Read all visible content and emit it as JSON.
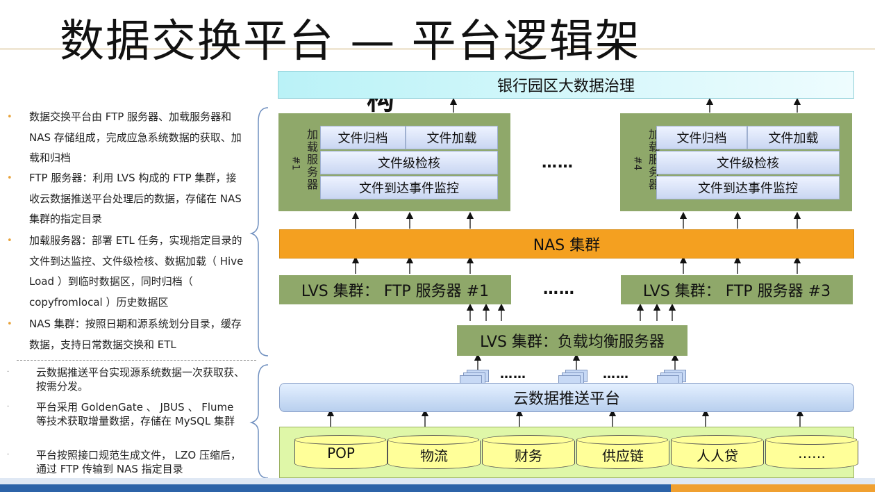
{
  "title": "数据交换平台 — 平台逻辑架",
  "title_tail": "构",
  "bullets_top": [
    "数据交换平台由 FTP 服务器、加载服务器和 NAS 存储组成，完成应急系统数据的获取、加载和归档",
    "FTP 服务器：利用 LVS 构成的 FTP 集群，接收云数据推送平台处理后的数据，存储在 NAS 集群的指定目录",
    "加载服务器：部署 ETL 任务，实现指定目录的文件到达监控、文件级检核、数据加载（ Hive Load ）到临时数据区，同时归档（ copyfromlocal ）历史数据区",
    "NAS 集群：按照日期和源系统划分目录，缓存数据，支持日常数据交换和 ETL"
  ],
  "bullets_bottom": [
    "云数据推送平台实现源系统数据一次获取获、按需分发。",
    "平台采用 GoldenGate 、 JBUS 、 Flume 等技术获取增量数据，存储在 MySQL 集群",
    "平台按照接口规范生成文件， LZO 压缩后，通过 FTP 传输到 NAS 指定目录"
  ],
  "governance": "银行园区大数据治理",
  "load_servers": [
    {
      "label": "加载服务器",
      "num": "#1",
      "archive": "文件归档",
      "load": "文件加载",
      "check": "文件级检核",
      "monitor": "文件到达事件监控"
    },
    {
      "label": "加载服务器",
      "num": "#4",
      "archive": "文件归档",
      "load": "文件加载",
      "check": "文件级检核",
      "monitor": "文件到达事件监控"
    }
  ],
  "ellipsis": "……",
  "nas": "NAS  集群",
  "ftp_clusters": [
    "LVS  集群：  FTP  服务器 #1",
    "LVS  集群：  FTP  服务器 #3"
  ],
  "lb": "LVS  集群：负载均衡服务器",
  "cloud": "云数据推送平台",
  "sources": [
    "POP",
    "物流",
    "财务",
    "供应链",
    "人人贷",
    "……"
  ],
  "colors": {
    "nas": "#f4a020",
    "server_green": "#8fa86a",
    "source_bg": "#dff7a8",
    "db": "#ffff99"
  }
}
